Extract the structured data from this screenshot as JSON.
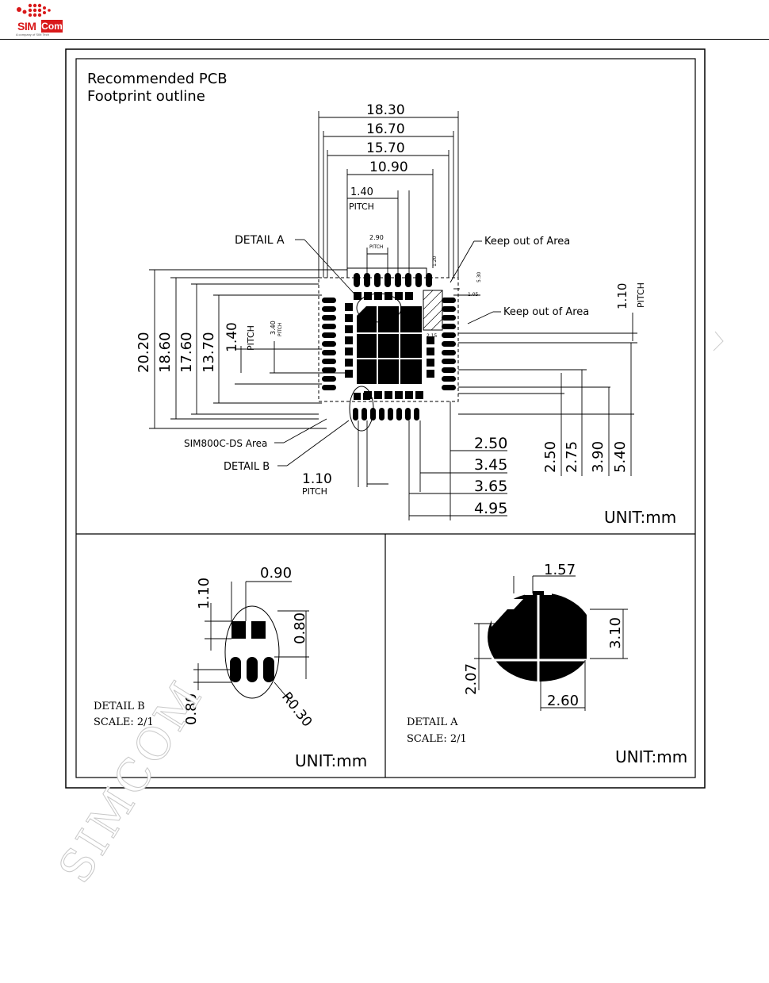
{
  "header": {
    "logo_sim": "SIM",
    "logo_com": "Com",
    "logo_tagline": "A company of SIM Tech"
  },
  "main": {
    "title_line1": "Recommended PCB",
    "title_line2": "Footprint outline",
    "unit": "UNIT:mm",
    "dims_top": [
      "18.30",
      "16.70",
      "15.70",
      "10.90"
    ],
    "pitch_top": {
      "value": "1.40",
      "sub": "PITCH"
    },
    "small_top": {
      "value": "2.90",
      "sub": "PITCH"
    },
    "small_vals": [
      "1.20",
      "5.30",
      "1.05",
      "2.15"
    ],
    "callouts": {
      "detail_a": "DETAIL A",
      "keepout1": "Keep out of Area",
      "keepout2": "Keep out of Area",
      "ds_area": "SIM800C-DS Area",
      "detail_b": "DETAIL B"
    },
    "right_pitch": {
      "value": "1.10",
      "sub": "PITCH"
    },
    "dims_left": [
      "20.20",
      "18.60",
      "17.60",
      "13.70"
    ],
    "pitch_left": {
      "value": "1.40",
      "sub": "PITCH"
    },
    "pitch_left_small": {
      "value": "3.40",
      "sub": "PITCH"
    },
    "bottom_pitch": {
      "value": "1.10",
      "sub": "PITCH"
    },
    "dims_bottom": [
      "2.50",
      "3.45",
      "3.65",
      "4.95"
    ],
    "dims_right_vertical": [
      "2.50",
      "2.75",
      "3.90",
      "5.40"
    ]
  },
  "detail_b": {
    "dims": [
      "0.90",
      "1.10",
      "0.80",
      "0.80",
      "R0.30"
    ],
    "label": "DETAIL B",
    "scale": "SCALE: 2/1",
    "unit": "UNIT:mm"
  },
  "detail_a": {
    "dims": [
      "1.57",
      "3.10",
      "2.07",
      "2.60"
    ],
    "label": "DETAIL A",
    "scale": "SCALE: 2/1",
    "unit": "UNIT:mm"
  },
  "watermark": "SIMCOM"
}
